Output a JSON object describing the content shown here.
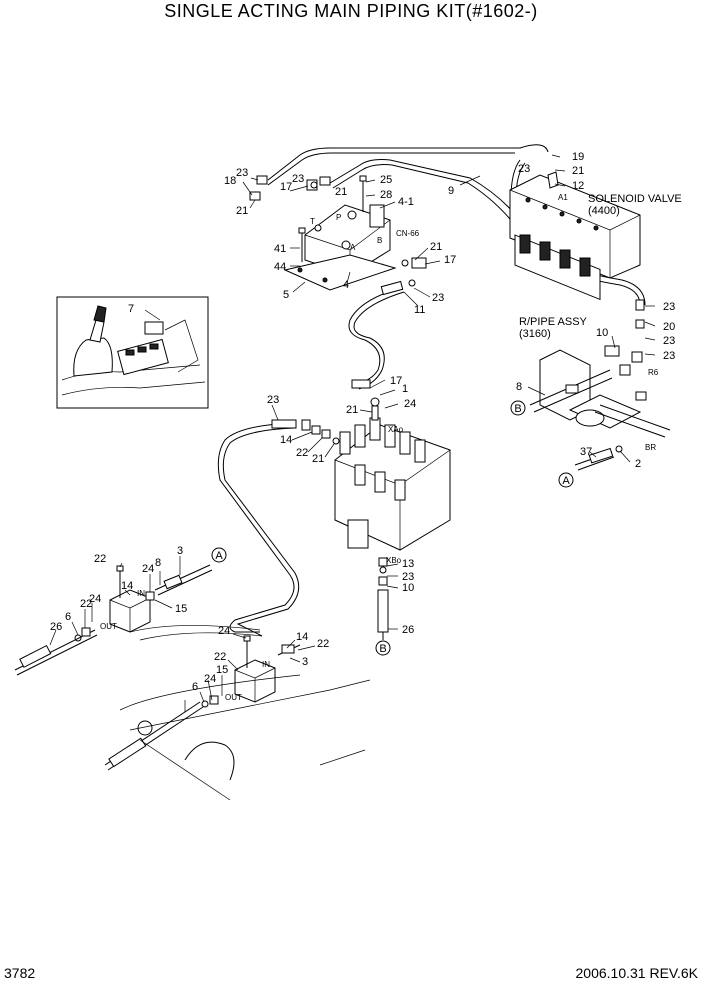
{
  "title": "SINGLE  ACTING MAIN PIPING KIT(#1602-)",
  "footer": {
    "page": "3782",
    "date_rev": "2006.10.31  REV.6K"
  },
  "annotations": {
    "solenoid_valve": "SOLENOID VALVE",
    "solenoid_code": "(4400)",
    "rpipe_assy": "R/PIPE ASSY",
    "rpipe_code": "(3160)",
    "cn66": "CN-66",
    "a1": "A1",
    "r6": "R6",
    "br": "BR",
    "xao": "XAo",
    "xbo": "XBo",
    "in1": "IN",
    "out1": "OUT",
    "in2": "IN",
    "out2": "OUT",
    "t": "T",
    "p": "P",
    "a": "A",
    "b": "B"
  },
  "callouts": {
    "c1": "23",
    "c2": "18",
    "c3": "21",
    "c4": "23",
    "c5": "17",
    "c6": "21",
    "c7": "25",
    "c8": "28",
    "c9": "4-1",
    "c10": "41",
    "c11": "44",
    "c12": "5",
    "c13": "4",
    "c14": "21",
    "c15": "17",
    "c16": "23",
    "c17": "11",
    "c18": "9",
    "c19": "23",
    "c20": "19",
    "c21": "21",
    "c22": "12",
    "c23": "23",
    "c24": "20",
    "c25": "23",
    "c26": "23",
    "c27": "10",
    "c28": "8",
    "c29": "37",
    "c30": "2",
    "c31": "7",
    "c32": "23",
    "c33": "17",
    "c34": "1",
    "c35": "21",
    "c36": "24",
    "c37": "14",
    "c38": "22",
    "c39": "21",
    "c40": "13",
    "c41": "23",
    "c42": "10",
    "c43": "26",
    "c44": "22",
    "c45": "24",
    "c46": "8",
    "c47": "3",
    "c48": "14",
    "c49": "15",
    "c50": "22",
    "c51": "24",
    "c52": "6",
    "c53": "26",
    "c54": "24",
    "c55": "14",
    "c56": "22",
    "c57": "3",
    "c58": "22",
    "c59": "15",
    "c60": "24",
    "c61": "6"
  },
  "markers": {
    "m1": "B",
    "m2": "A",
    "m3": "A",
    "m4": "B"
  }
}
